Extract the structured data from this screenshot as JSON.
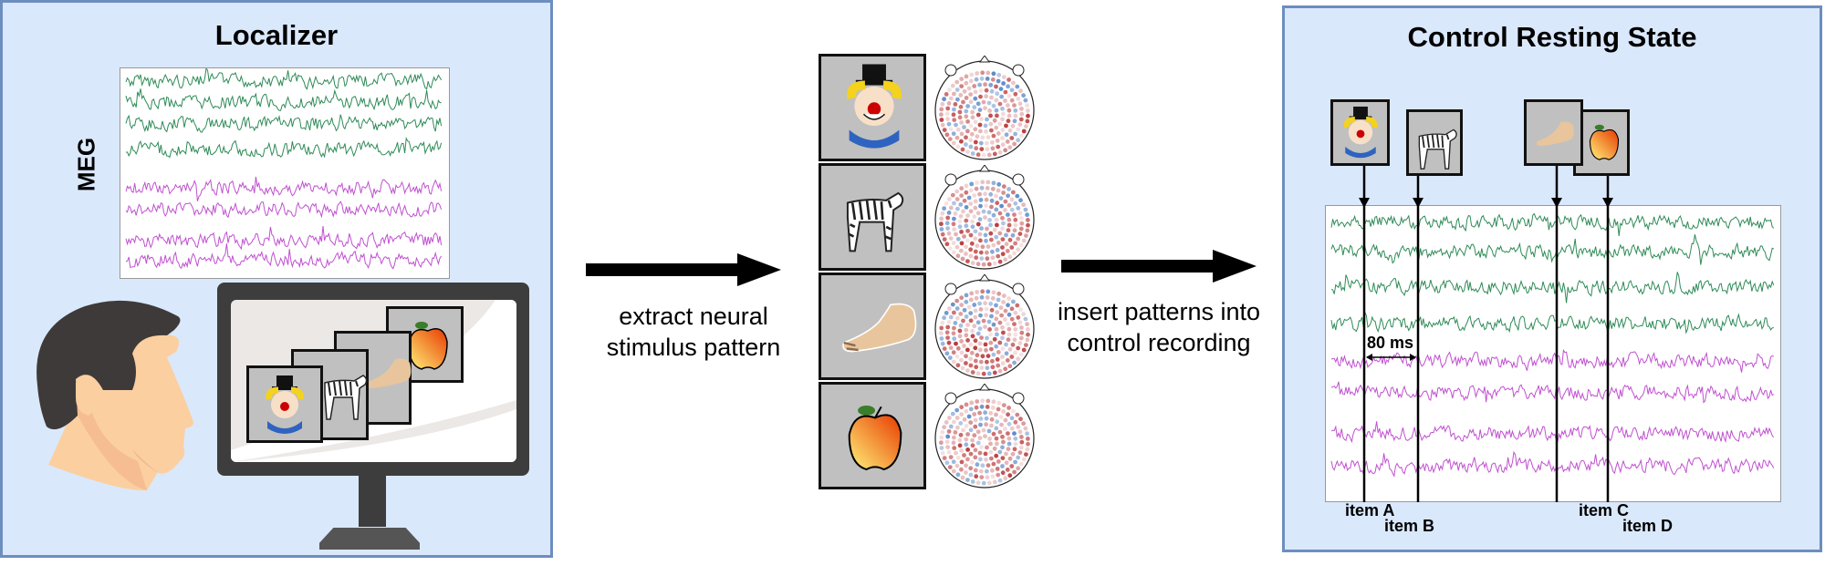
{
  "colors": {
    "panel_fill": "#dae8fc",
    "panel_border": "#6c8ebf",
    "grad_channel": "#2e8b57",
    "mag_channel": "#c050d0",
    "stimulus_bg": "#c0c0c0",
    "topo_positive": "#b22222",
    "topo_negative": "#1e5fb4"
  },
  "localizer": {
    "title": "Localizer",
    "meg_label": "MEG",
    "stimuli_on_screen": [
      "clown",
      "zebra",
      "foot",
      "apple"
    ]
  },
  "arrow1": {
    "caption_line1": "extract neural",
    "caption_line2": "stimulus pattern"
  },
  "patterns": {
    "rows": [
      {
        "stimulus": "clown",
        "topomap": "clown-topomap"
      },
      {
        "stimulus": "zebra",
        "topomap": "zebra-topomap"
      },
      {
        "stimulus": "foot",
        "topomap": "foot-topomap"
      },
      {
        "stimulus": "apple",
        "topomap": "apple-topomap"
      }
    ]
  },
  "arrow2": {
    "caption_line1": "insert patterns into",
    "caption_line2": "control recording"
  },
  "control": {
    "title": "Control Resting State",
    "interval_label": "80 ms",
    "items": [
      {
        "label": "item A",
        "stimulus": "clown"
      },
      {
        "label": "item B",
        "stimulus": "zebra"
      },
      {
        "label": "item C",
        "stimulus": "foot"
      },
      {
        "label": "item D",
        "stimulus": "apple"
      }
    ]
  }
}
